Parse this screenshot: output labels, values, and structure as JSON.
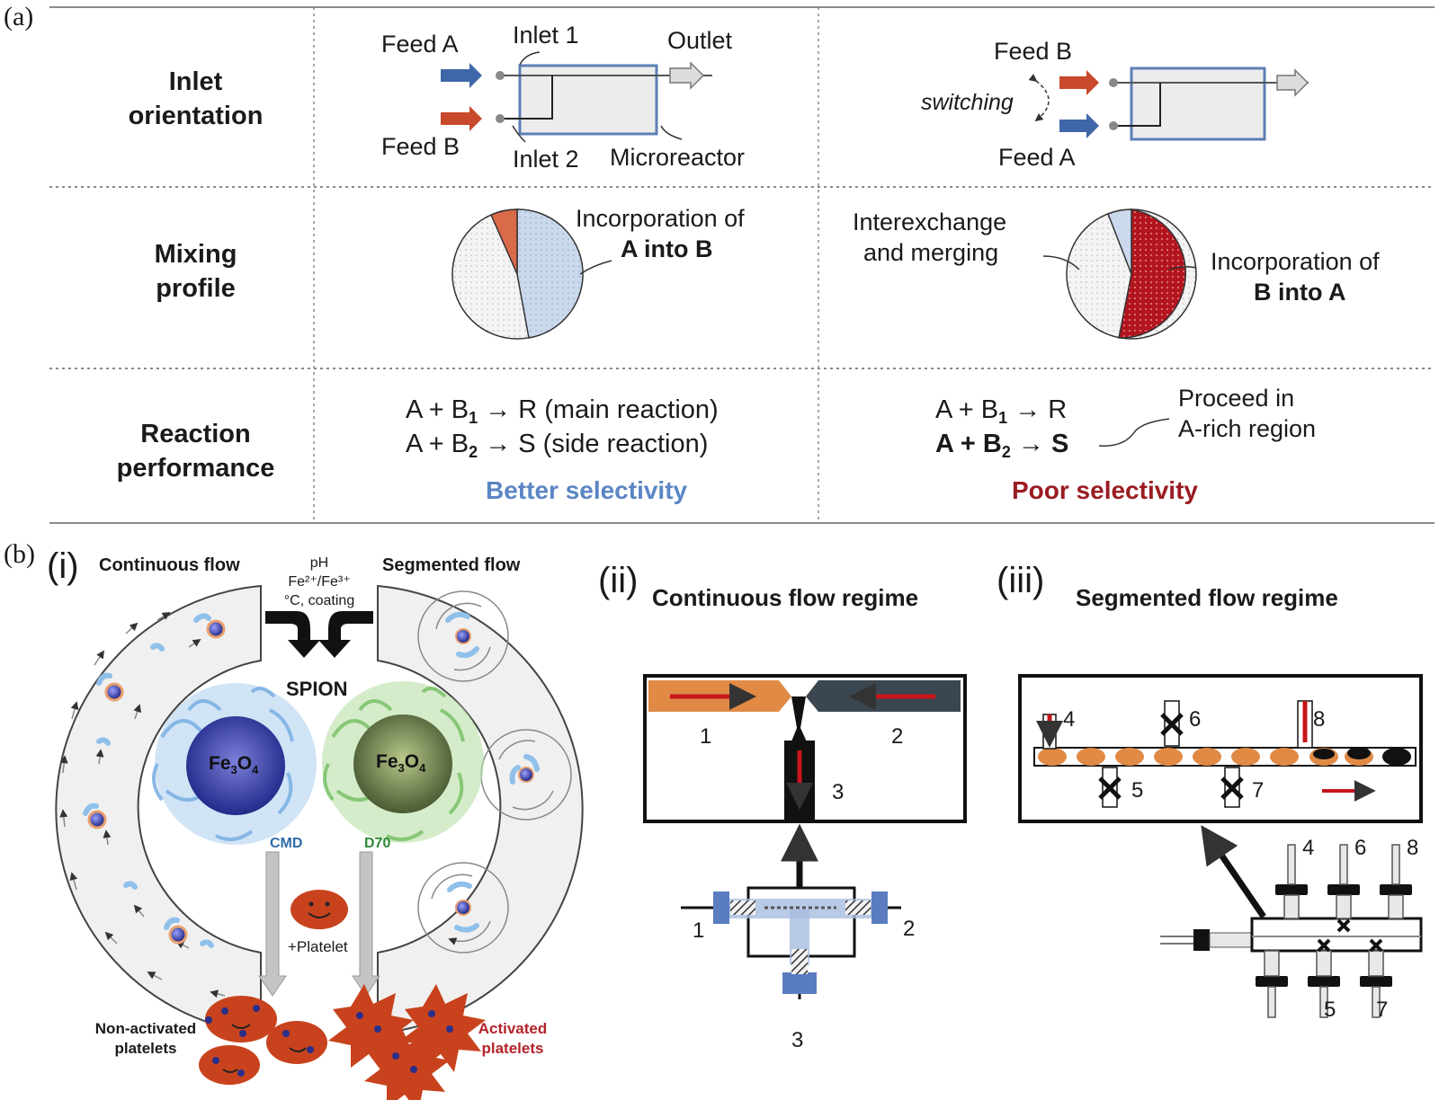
{
  "panel_a": {
    "label": "(a)",
    "rows": {
      "inlet": [
        "Inlet",
        "orientation"
      ],
      "mixing": [
        "Mixing",
        "profile"
      ],
      "reaction": [
        "Reaction",
        "performance"
      ]
    },
    "left": {
      "feed_a": "Feed A",
      "feed_b": "Feed B",
      "inlet1": "Inlet 1",
      "inlet2": "Inlet 2",
      "outlet": "Outlet",
      "microreactor": "Microreactor",
      "pie_label_1": "Incorporation of",
      "pie_label_2": "A into B",
      "eq1_a": "A + B",
      "eq1_sub": "1",
      "eq1_b": " → R (main reaction)",
      "eq2_a": "A + B",
      "eq2_sub": "2",
      "eq2_b": " → S (side reaction)",
      "verdict": "Better selectivity"
    },
    "right": {
      "feed_b": "Feed B",
      "feed_a": "Feed A",
      "switching": "switching",
      "interexchange_1": "Interexchange",
      "interexchange_2": "and merging",
      "pie_label_1": "Incorporation of",
      "pie_label_2": "B into A",
      "eq1_a": "A + B",
      "eq1_sub": "1",
      "eq1_b": " → R",
      "eq2_a": "A + B",
      "eq2_sub": "2",
      "eq2_b": " → S",
      "note_1": "Proceed in",
      "note_2": "A-rich region",
      "verdict": "Poor selectivity"
    }
  },
  "panel_b": {
    "label": "(b)",
    "i": {
      "numeral": "(i)",
      "continuous": "Continuous flow",
      "segmented": "Segmented flow",
      "cond_1": "pH",
      "cond_2": "Fe²⁺/Fe³⁺",
      "cond_3": "°C, coating",
      "spion": "SPION",
      "fe3o4_a": "Fe",
      "fe3o4_b": "3",
      "fe3o4_c": "O",
      "fe3o4_d": "4",
      "cmd": "CMD",
      "d70": "D70",
      "platelet": "+Platelet",
      "nonact_1": "Non-activated",
      "nonact_2": "platelets",
      "act_1": "Activated",
      "act_2": "platelets"
    },
    "ii": {
      "numeral": "(ii)",
      "title": "Continuous flow regime",
      "n1": "1",
      "n2": "2",
      "n3": "3"
    },
    "iii": {
      "numeral": "(iii)",
      "title": "Segmented flow regime",
      "n4": "4",
      "n5": "5",
      "n6": "6",
      "n7": "7",
      "n8": "8"
    }
  },
  "colors": {
    "feed_a_blue": "#3f66a8",
    "feed_b_red": "#c8492b",
    "pie_blue": "#c9d7ea",
    "pie_red": "#b3151f",
    "better": "#5b86c4",
    "poor": "#9a1c22",
    "orange_stream": "#e08a45",
    "dark_stream": "#3a4650",
    "cmd_blue": "#2e6aa8",
    "d70_green": "#2f8a3a",
    "activated_red": "#b4232a"
  }
}
